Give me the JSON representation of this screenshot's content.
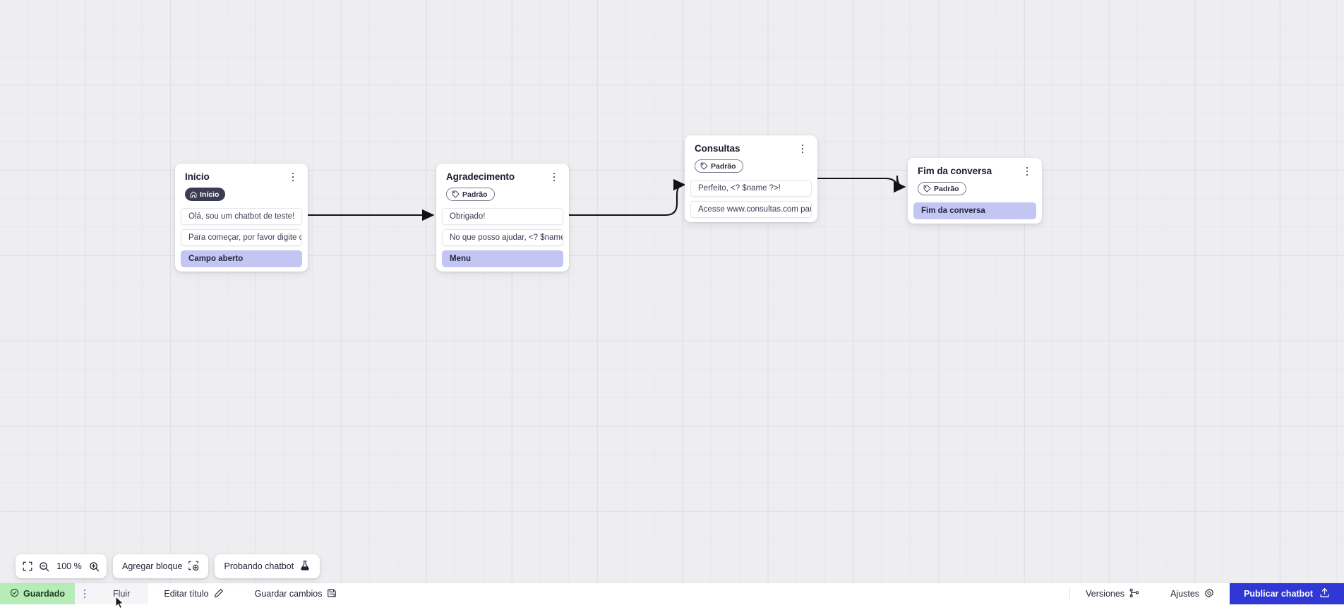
{
  "canvas": {
    "zoom_level": "100 %",
    "grid": true
  },
  "nodes": [
    {
      "id": "inicio",
      "title": "Início",
      "badge": {
        "label": "Início",
        "icon": "home-icon",
        "style": "dark"
      },
      "rows": [
        {
          "text": "Olá, sou um chatbot de teste!",
          "style": "plain"
        },
        {
          "text": "Para começar, por favor digite o ...",
          "style": "plain"
        },
        {
          "text": "Campo aberto",
          "style": "accent"
        }
      ]
    },
    {
      "id": "agradecimento",
      "title": "Agradecimento",
      "badge": {
        "label": "Padrão",
        "icon": "tag-icon",
        "style": "outline"
      },
      "rows": [
        {
          "text": "Obrigado!",
          "style": "plain"
        },
        {
          "text": "No que posso ajudar, <? $name ...",
          "style": "plain"
        },
        {
          "text": "Menu",
          "style": "accent"
        }
      ]
    },
    {
      "id": "consultas",
      "title": "Consultas",
      "badge": {
        "label": "Padrão",
        "icon": "tag-icon",
        "style": "outline"
      },
      "rows": [
        {
          "text": "Perfeito, <? $name ?>!",
          "style": "plain"
        },
        {
          "text": "Acesse www.consultas.com par...",
          "style": "plain"
        }
      ]
    },
    {
      "id": "fim",
      "title": "Fim da conversa",
      "badge": {
        "label": "Padrão",
        "icon": "tag-icon",
        "style": "outline"
      },
      "rows": [
        {
          "text": "Fim da conversa",
          "style": "accent"
        }
      ]
    }
  ],
  "toolbar": {
    "fit_icon": "fit-screen-icon",
    "zoom_out_icon": "zoom-out-icon",
    "zoom_in_icon": "zoom-in-icon",
    "zoom_value": "100 %",
    "add_block_label": "Agregar bloque",
    "add_block_icon": "add-block-icon",
    "test_chatbot_label": "Probando chatbot",
    "test_chatbot_icon": "flask-icon"
  },
  "statusbar": {
    "saved_label": "Guardado",
    "saved_icon": "check-circle-icon",
    "saved_color": "#b7ecb9",
    "menu_icon": "kebab-menu-icon",
    "flow_label": "Fluir",
    "edit_title_label": "Editar título",
    "edit_title_icon": "pencil-icon",
    "save_changes_label": "Guardar cambios",
    "save_changes_icon": "floppy-disk-icon",
    "versions_label": "Versiones",
    "versions_icon": "branch-icon",
    "settings_label": "Ajustes",
    "settings_icon": "gear-icon",
    "publish_label": "Publicar chatbot",
    "publish_icon": "upload-icon",
    "publish_color": "#2f37d4"
  }
}
